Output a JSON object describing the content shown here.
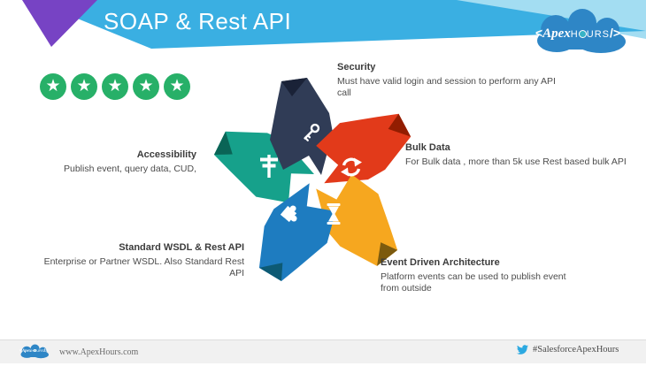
{
  "header": {
    "title": "SOAP & Rest API",
    "banner_color": "#3aafe2",
    "accent_light_blue": "#a3ddf2",
    "accent_purple": "#7743c4",
    "logo": {
      "bracket_open": "<",
      "script": "Apex",
      "caps_before_clock": "H",
      "caps_after_clock": "URS",
      "bracket_close": "/>"
    }
  },
  "rating": {
    "count": 5,
    "star_color": "#27b068",
    "star_glyph": "★"
  },
  "diagram": {
    "items": [
      {
        "id": "security",
        "title": "Security",
        "desc": "Must have valid login and session to perform any API call",
        "color": "#303c56",
        "fold_color": "#1a2237",
        "icon": "key-icon"
      },
      {
        "id": "bulk-data",
        "title": "Bulk Data",
        "desc": "For Bulk data , more than 5k use Rest based bulk API",
        "color": "#e23a1a",
        "fold_color": "#921d01",
        "icon": "sync-icon"
      },
      {
        "id": "event-driven-architecture",
        "title": "Event Driven Architecture",
        "desc": "Platform events can be used to publish event from outside",
        "color": "#f6a71f",
        "fold_color": "#7c5a0e",
        "icon": "hourglass-icon"
      },
      {
        "id": "standard-wsdl-rest-api",
        "title": "Standard WSDL & Rest API",
        "desc": "Enterprise or Partner WSDL. Also Standard Rest API",
        "color": "#1e7cc0",
        "fold_color": "#0d5a74",
        "icon": "puzzle-icon"
      },
      {
        "id": "accessibility",
        "title": "Accessibility",
        "desc": "Publish event, query data, CUD,",
        "color": "#16a18b",
        "fold_color": "#0a6456",
        "icon": "signpost-icon"
      }
    ]
  },
  "footer": {
    "website": "www.ApexHours.com",
    "hashtag": "#SalesforceApexHours",
    "twitter_color": "#2ca9e1"
  }
}
